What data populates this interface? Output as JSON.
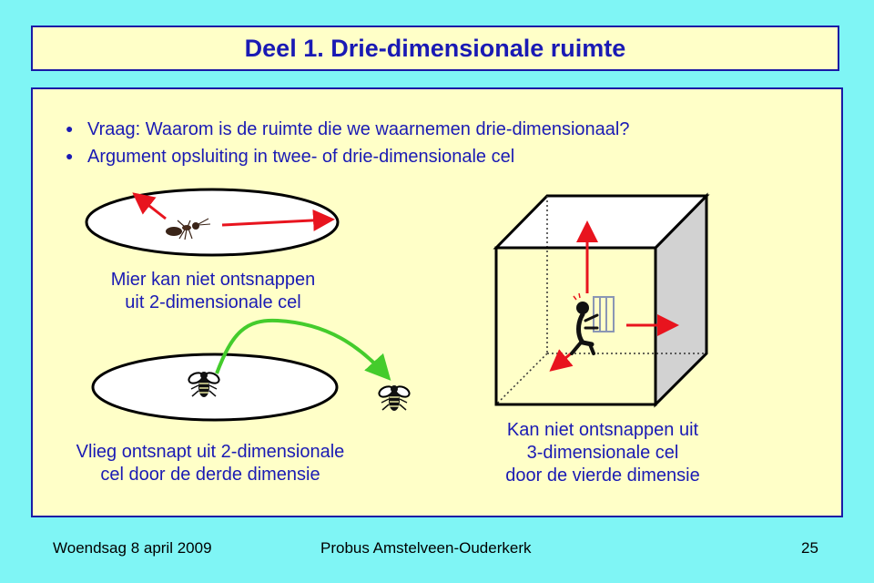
{
  "slide": {
    "title": "Deel 1. Drie-dimensionale ruimte",
    "bullets": [
      "Vraag: Waarom is de ruimte die we waarnemen drie-dimensionaal?",
      "Argument opsluiting in twee- of drie-dimensionale cel"
    ],
    "captions": {
      "ant": [
        "Mier kan niet ontsnappen",
        "uit 2-dimensionale cel"
      ],
      "fly": [
        "Vlieg ontsnapt uit 2-dimensionale",
        "cel door de derde dimensie"
      ],
      "cube": [
        "Kan niet ontsnappen uit",
        "3-dimensionale cel",
        "door de vierde dimensie"
      ]
    },
    "icons": [
      "ant-icon",
      "fly-icon",
      "prisoner-icon"
    ],
    "colors": {
      "background": "#7ff5f5",
      "panel": "#ffffc8",
      "text": "#1a1ab4",
      "arrow_red": "#e8141e",
      "arrow_green": "#44cc2c"
    }
  },
  "footer": {
    "date": "Woendsag 8 april 2009",
    "organization": "Probus Amstelveen-Ouderkerk",
    "page_number": "25"
  }
}
